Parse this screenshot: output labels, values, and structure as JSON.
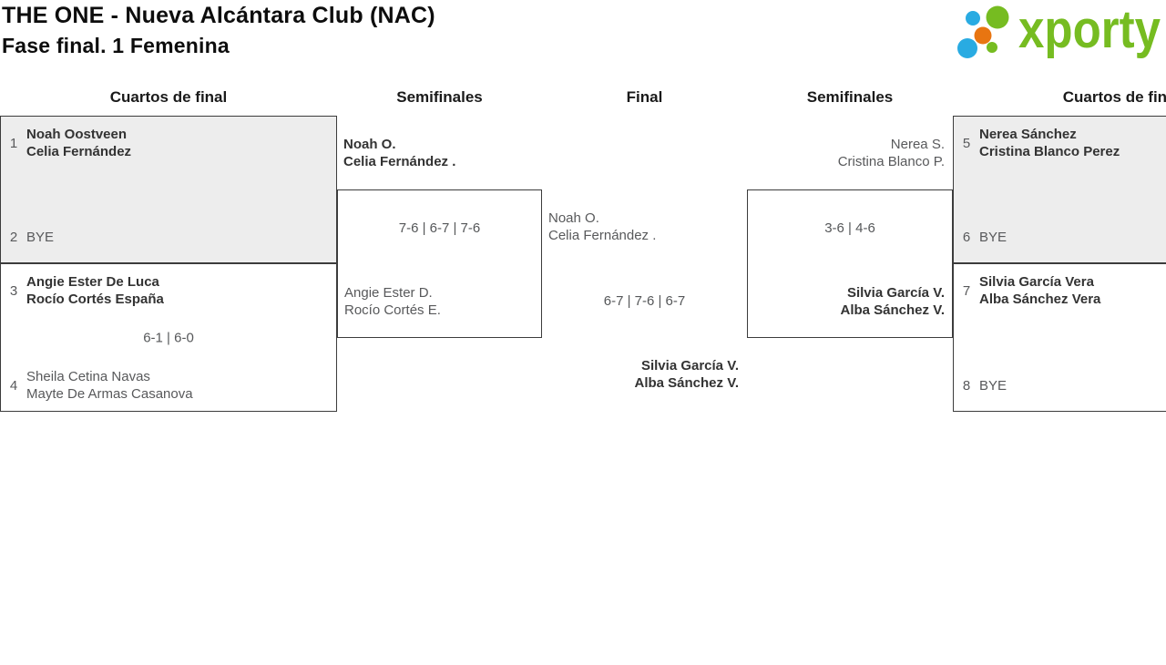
{
  "header": {
    "title": "THE ONE - Nueva Alcántara Club (NAC)",
    "subtitle": "Fase final. 1 Femenina",
    "brand": "xporty"
  },
  "columns": {
    "qf_left": "Cuartos de final",
    "sf_left": "Semifinales",
    "final": "Final",
    "sf_right": "Semifinales",
    "qf_right": "Cuartos de final"
  },
  "colors": {
    "brand_green": "#76bc21",
    "brand_blue": "#29abe2",
    "brand_orange": "#e87511",
    "box_border": "#3c3c3c",
    "shaded_box_bg": "#ededed",
    "muted_text": "#58595b",
    "winner_text": "#333333"
  },
  "matches": {
    "qf1": {
      "seed_top": "1",
      "top_line1": "Noah Oostveen",
      "top_line2": "Celia Fernández",
      "score": "",
      "seed_bottom": "2",
      "bottom_line1": "BYE"
    },
    "qf2": {
      "seed_top": "3",
      "top_line1": "Angie Ester De Luca",
      "top_line2": "Rocío Cortés España",
      "score": "6-1 | 6-0",
      "seed_bottom": "4",
      "bottom_line1": "Sheila Cetina Navas",
      "bottom_line2": "Mayte De Armas Casanova"
    },
    "sf_left": {
      "top_line1": "Noah O.",
      "top_line2": "Celia Fernández .",
      "score": "7-6 | 6-7 | 7-6",
      "bottom_line1": "Angie Ester D.",
      "bottom_line2": "Rocío Cortés E."
    },
    "final": {
      "top_line1": "Noah O.",
      "top_line2": "Celia Fernández .",
      "score": "6-7 | 7-6 | 6-7",
      "bottom_line1": "Silvia García V.",
      "bottom_line2": "Alba Sánchez V."
    },
    "sf_right": {
      "top_line1": "Nerea S.",
      "top_line2": "Cristina Blanco P.",
      "score": "3-6 | 4-6",
      "bottom_line1": "Silvia García V.",
      "bottom_line2": "Alba Sánchez V."
    },
    "qf5": {
      "seed_top": "5",
      "top_line1": "Nerea Sánchez",
      "top_line2": "Cristina Blanco Perez",
      "score": "",
      "seed_bottom": "6",
      "bottom_line1": "BYE"
    },
    "qf7": {
      "seed_top": "7",
      "top_line1": "Silvia García Vera",
      "top_line2": "Alba Sánchez Vera",
      "score": "",
      "seed_bottom": "8",
      "bottom_line1": "BYE"
    }
  }
}
